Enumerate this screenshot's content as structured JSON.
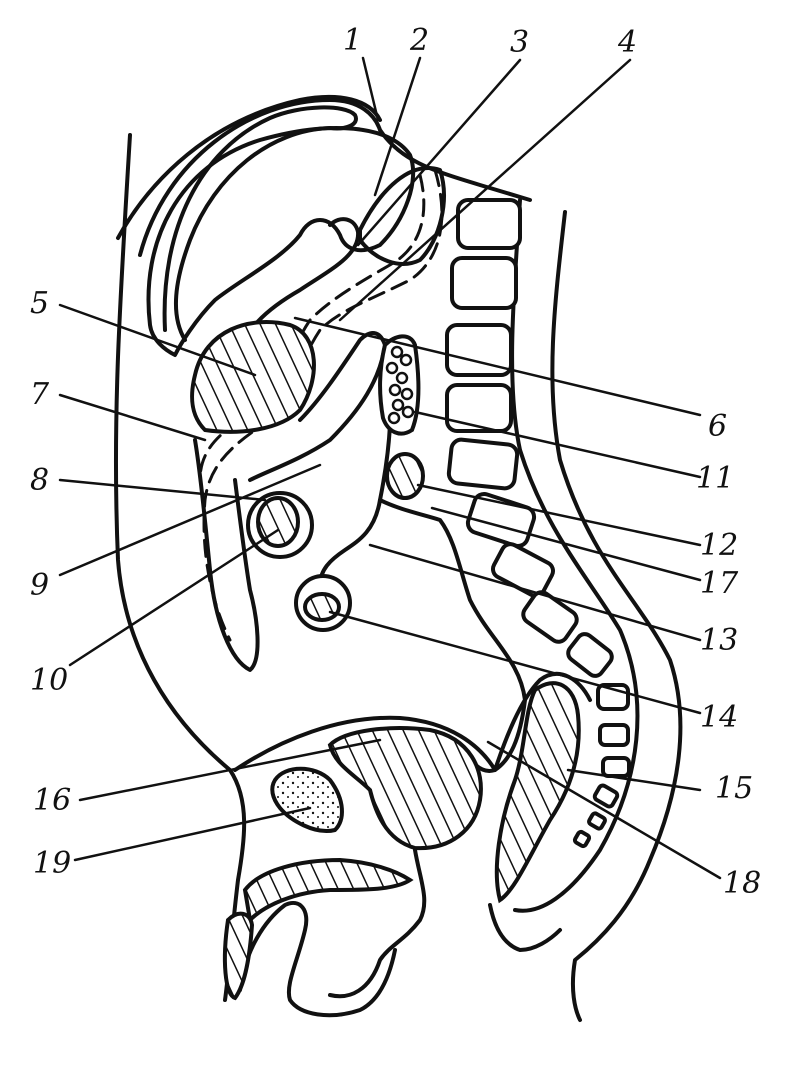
{
  "labels": [
    {
      "id": "1",
      "text": "1"
    },
    {
      "id": "2",
      "text": "2"
    },
    {
      "id": "3",
      "text": "3"
    },
    {
      "id": "4",
      "text": "4"
    },
    {
      "id": "5",
      "text": "5"
    },
    {
      "id": "6",
      "text": "6"
    },
    {
      "id": "7",
      "text": "7"
    },
    {
      "id": "8",
      "text": "8"
    },
    {
      "id": "9",
      "text": "9"
    },
    {
      "id": "10",
      "text": "10"
    },
    {
      "id": "11",
      "text": "11"
    },
    {
      "id": "12",
      "text": "12"
    },
    {
      "id": "13",
      "text": "13"
    },
    {
      "id": "14",
      "text": "14"
    },
    {
      "id": "15",
      "text": "15"
    },
    {
      "id": "16",
      "text": "16"
    },
    {
      "id": "17",
      "text": "17"
    },
    {
      "id": "18",
      "text": "18"
    },
    {
      "id": "19",
      "text": "19"
    }
  ],
  "colors": {
    "ink": "#111111",
    "paper": "#ffffff"
  }
}
